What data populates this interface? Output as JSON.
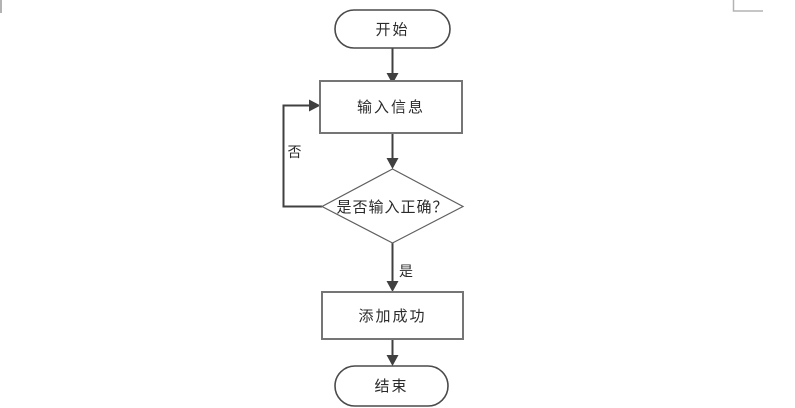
{
  "flowchart": {
    "nodes": {
      "start": {
        "label": "开始",
        "type": "terminator"
      },
      "input": {
        "label": "输入信息",
        "type": "process"
      },
      "decision": {
        "label": "是否输入正确？",
        "type": "decision"
      },
      "success": {
        "label": "添加成功",
        "type": "process"
      },
      "end": {
        "label": "结束",
        "type": "terminator"
      }
    },
    "branches": {
      "yes": "是",
      "no": "否"
    },
    "colors": {
      "terminator_border": "#4a4a4a",
      "process_border": "#757575",
      "decision_border": "#5f5f5f",
      "arrow": "#404040",
      "text": "#2b2b2b",
      "background": "#ffffff",
      "page_mark": "#b3b3b3"
    }
  }
}
